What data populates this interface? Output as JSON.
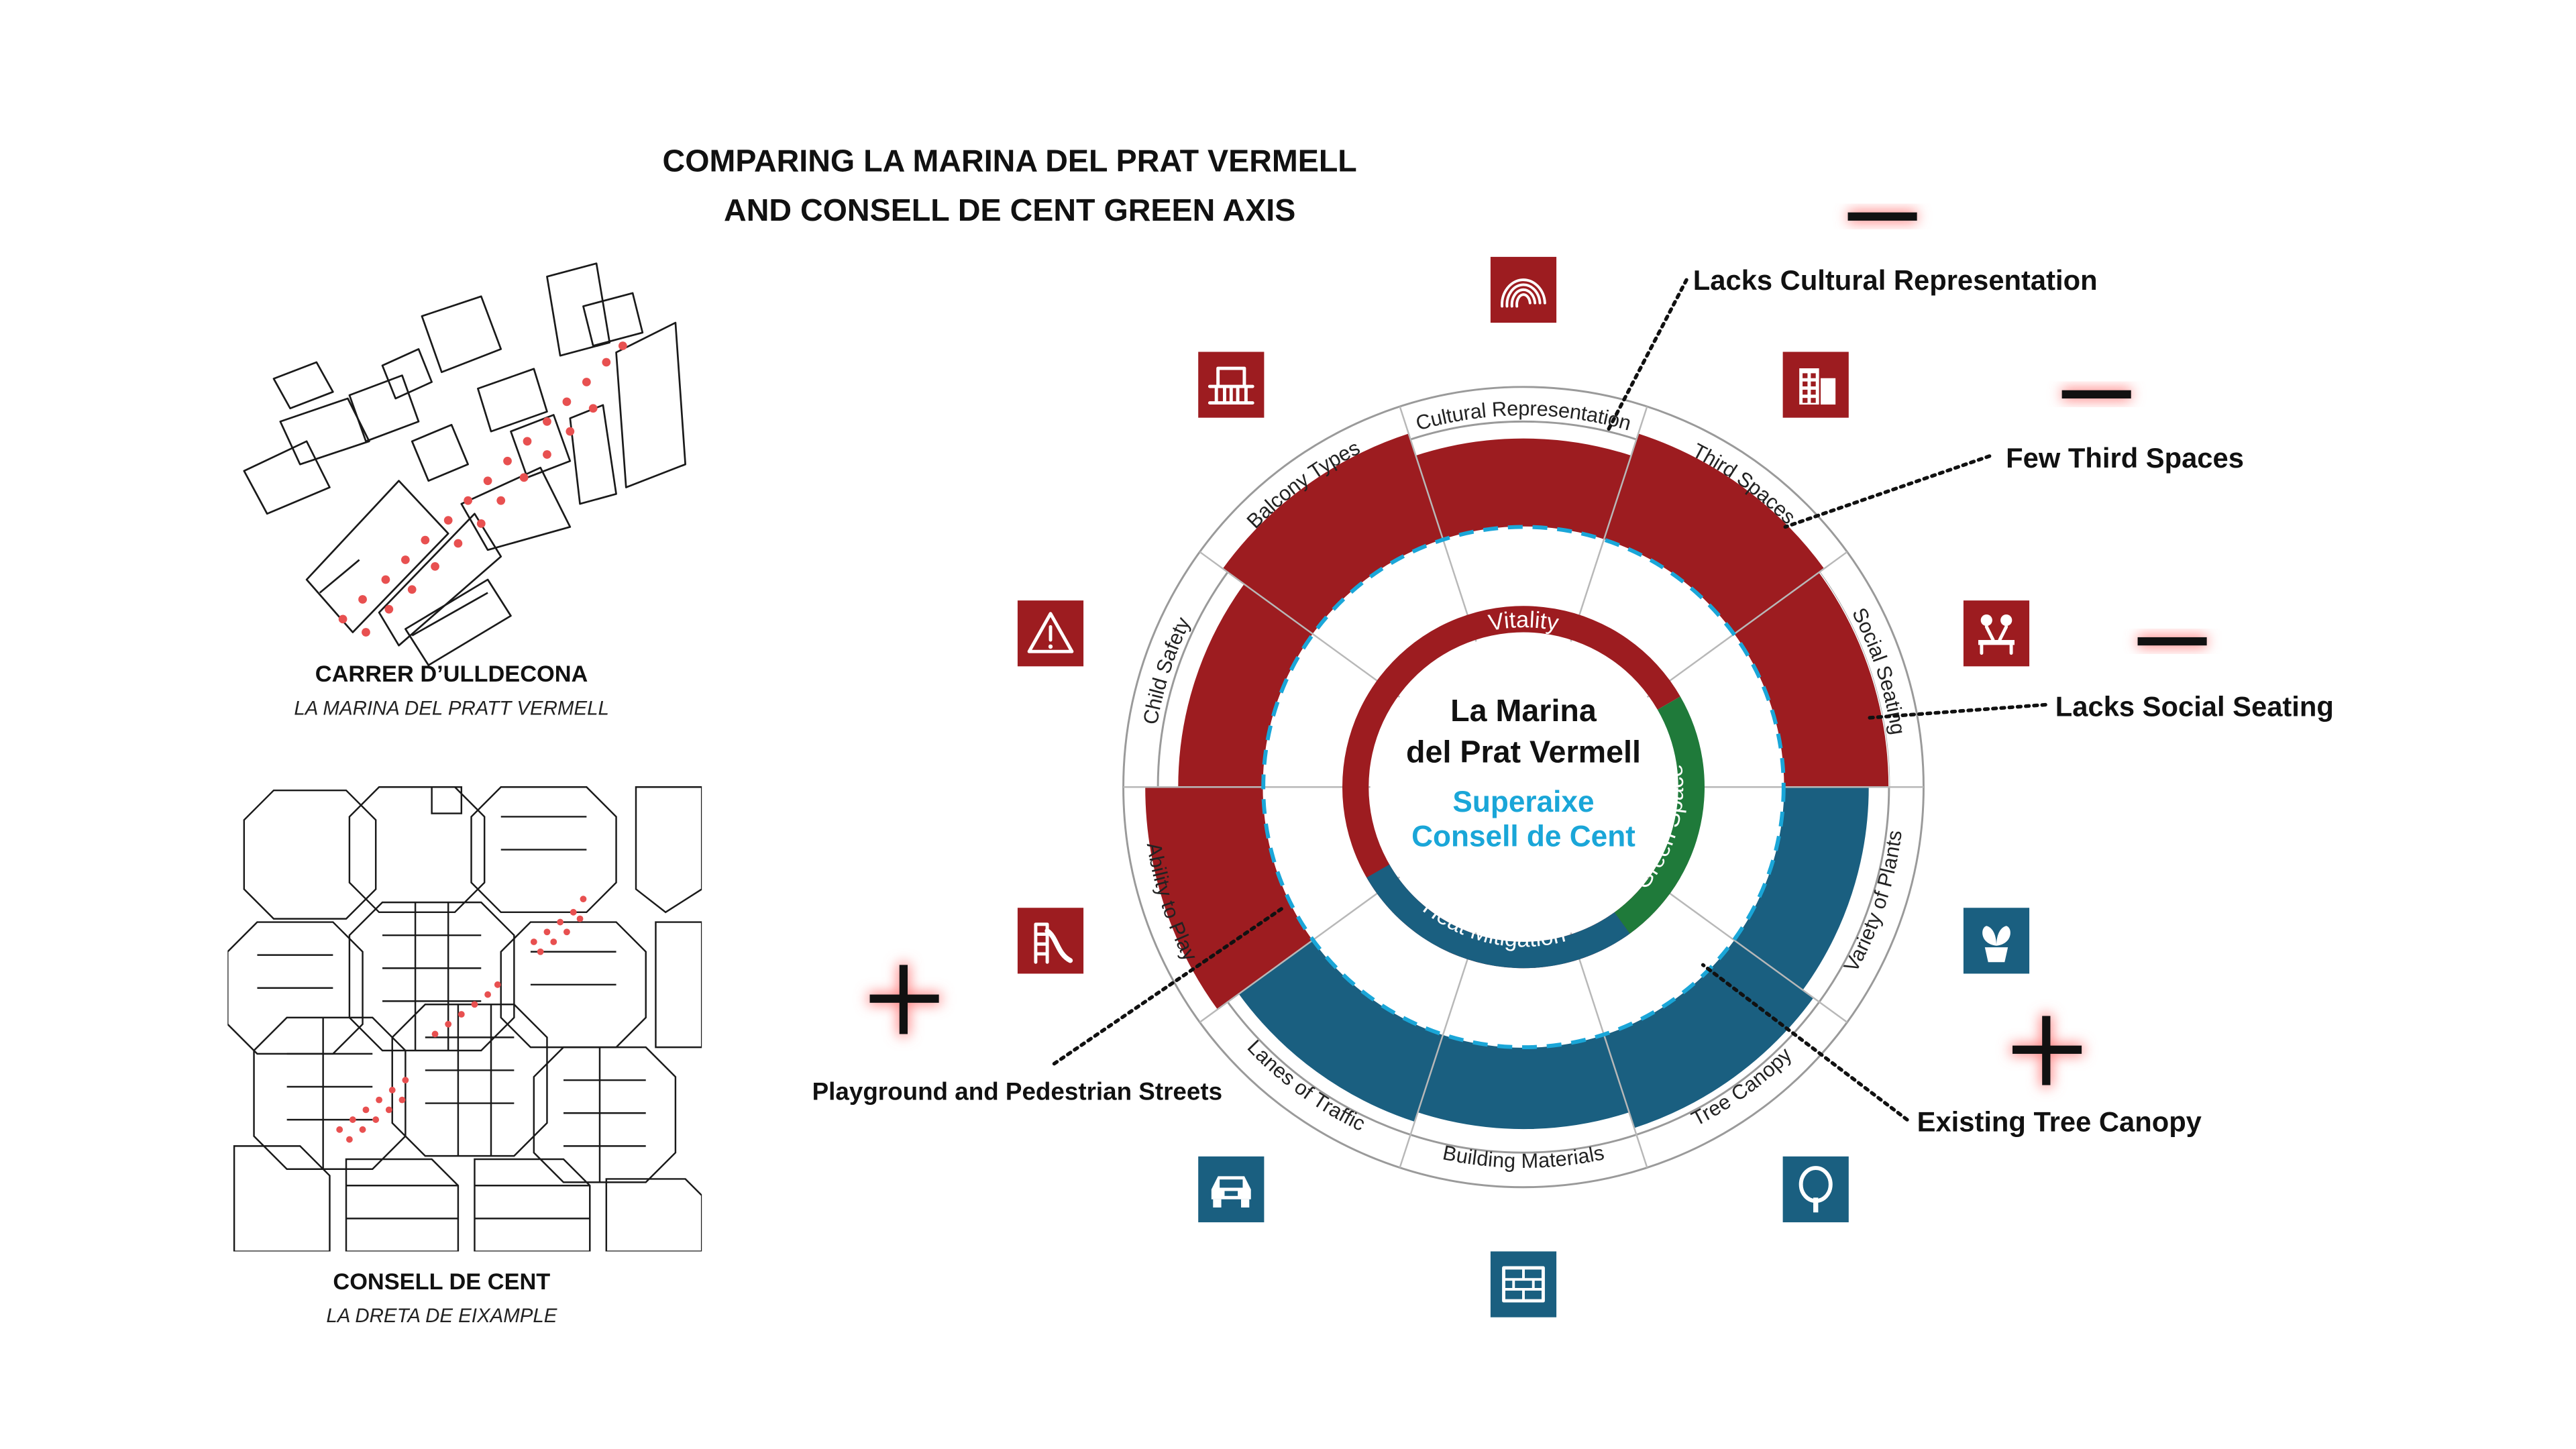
{
  "title": {
    "line1": "COMPARING LA MARINA DEL PRAT VERMELL",
    "line2": "AND CONSELL DE CENT GREEN AXIS"
  },
  "maps": [
    {
      "name": "CARRER D’ULLDECONA",
      "subtitle": "LA MARINA DEL PRATT VERMELL"
    },
    {
      "name": "CONSELL DE CENT",
      "subtitle": "LA DRETA DE EIXAMPLE"
    }
  ],
  "center": {
    "primary_line1": "La Marina",
    "primary_line2": "del Prat Vermell",
    "secondary_line1": "Superaixe",
    "secondary_line2": "Consell de Cent"
  },
  "inner_ring": {
    "top": "Vitality",
    "bottom_left": "Heat Mitigation",
    "bottom_right": "Green Space"
  },
  "segments": [
    {
      "label": "Cultural Representation",
      "icon": "fingerprint-icon",
      "color": "#9d1c20"
    },
    {
      "label": "Third Spaces",
      "icon": "building-icon",
      "color": "#9d1c20"
    },
    {
      "label": "Social Seating",
      "icon": "seating-icon",
      "color": "#9d1c20"
    },
    {
      "label": "Variety of Plants",
      "icon": "plant-icon",
      "color": "#1a5f80"
    },
    {
      "label": "Tree Canopy",
      "icon": "tree-icon",
      "color": "#1a5f80"
    },
    {
      "label": "Building Materials",
      "icon": "bricks-icon",
      "color": "#1a5f80"
    },
    {
      "label": "Lanes of Traffic",
      "icon": "car-icon",
      "color": "#1a5f80"
    },
    {
      "label": "Ability to Play",
      "icon": "playground-icon",
      "color": "#9d1c20"
    },
    {
      "label": "Child Safety",
      "icon": "warning-icon",
      "color": "#9d1c20"
    },
    {
      "label": "Balcony Types",
      "icon": "balcony-icon",
      "color": "#9d1c20"
    }
  ],
  "callouts": {
    "cultural": "Lacks Cultural Representation",
    "third": "Few Third Spaces",
    "seating": "Lacks Social Seating",
    "tree": "Existing Tree Canopy",
    "play": "Playground and Pedestrian Streets"
  },
  "signs": {
    "minus": "—",
    "plus": "+"
  },
  "colors": {
    "red": "#9d1c20",
    "blue": "#1a5f80",
    "green": "#1f7a3a",
    "cyan": "#1aa6d8",
    "dots": "#e85050"
  }
}
